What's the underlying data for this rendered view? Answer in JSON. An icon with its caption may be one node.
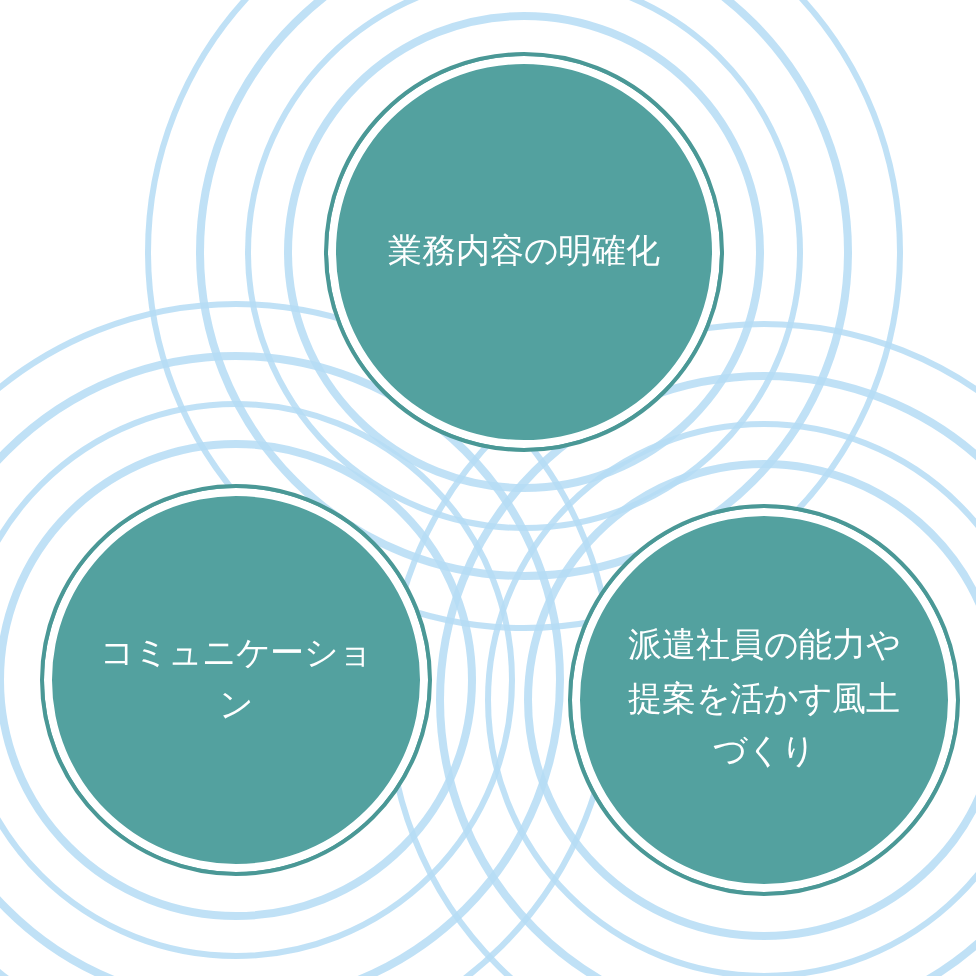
{
  "diagram": {
    "nodes": [
      {
        "text": [
          "業務内容の明確化"
        ]
      },
      {
        "text": [
          "コミュニケーション"
        ]
      },
      {
        "text": [
          "派遣社員の能力や提案を活かす風土づくり"
        ]
      }
    ]
  }
}
